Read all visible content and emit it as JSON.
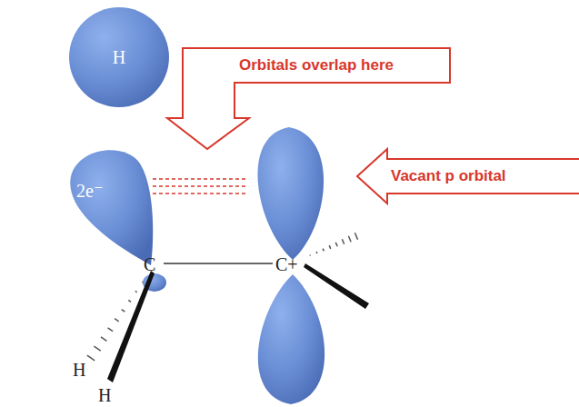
{
  "diagram": {
    "nodes": [
      {
        "text": [
          "H"
        ]
      },
      {
        "text": [
          "Orbitals overlap here"
        ]
      },
      {
        "text": [
          "2e⁻"
        ]
      },
      {
        "text": [
          "Vacant p orbital"
        ]
      }
    ],
    "labels": [
      "C",
      "C+",
      "H",
      "H"
    ]
  }
}
